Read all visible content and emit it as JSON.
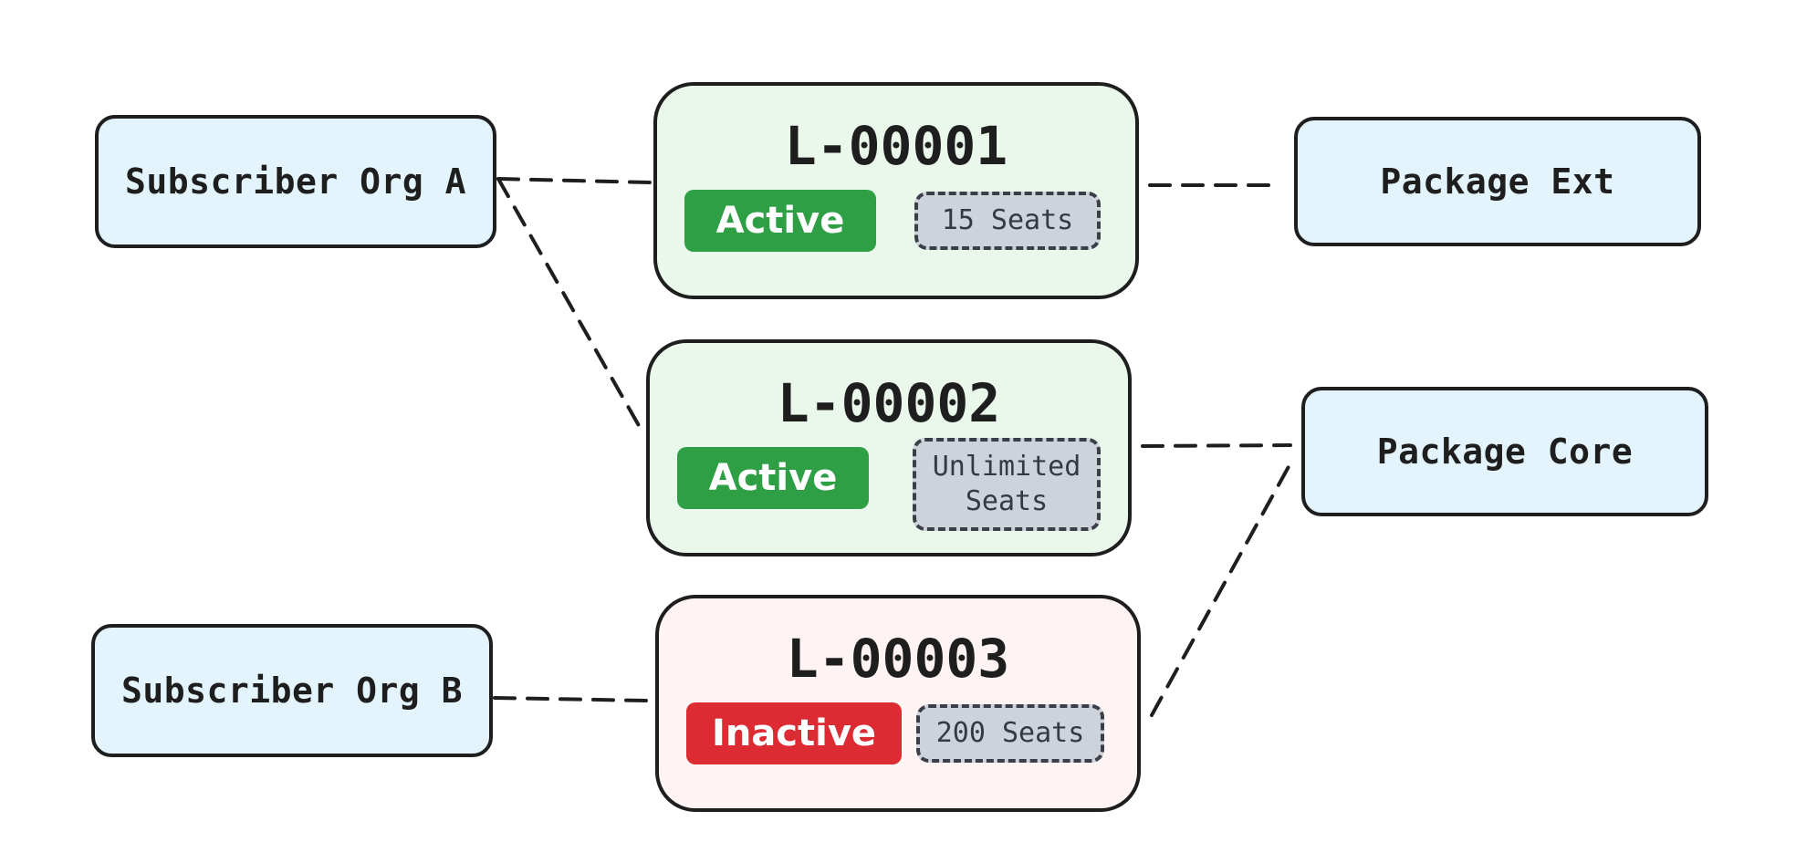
{
  "colors": {
    "org_fill": "#e3f4fc",
    "active_license_fill": "#e9f8ea",
    "inactive_license_fill": "#fff4f3",
    "active_badge": "#2e9f44",
    "inactive_badge": "#dc2b33",
    "seats_fill": "#cdd2db",
    "stroke": "#1e1e1e"
  },
  "orgs": [
    {
      "label": "Subscriber Org A"
    },
    {
      "label": "Subscriber Org B"
    }
  ],
  "packages": [
    {
      "label": "Package Ext"
    },
    {
      "label": "Package Core"
    }
  ],
  "licenses": [
    {
      "id": "L-00001",
      "status": "Active",
      "seats": "15 Seats"
    },
    {
      "id": "L-00002",
      "status": "Active",
      "seats": "Unlimited Seats"
    },
    {
      "id": "L-00003",
      "status": "Inactive",
      "seats": "200 Seats"
    }
  ]
}
